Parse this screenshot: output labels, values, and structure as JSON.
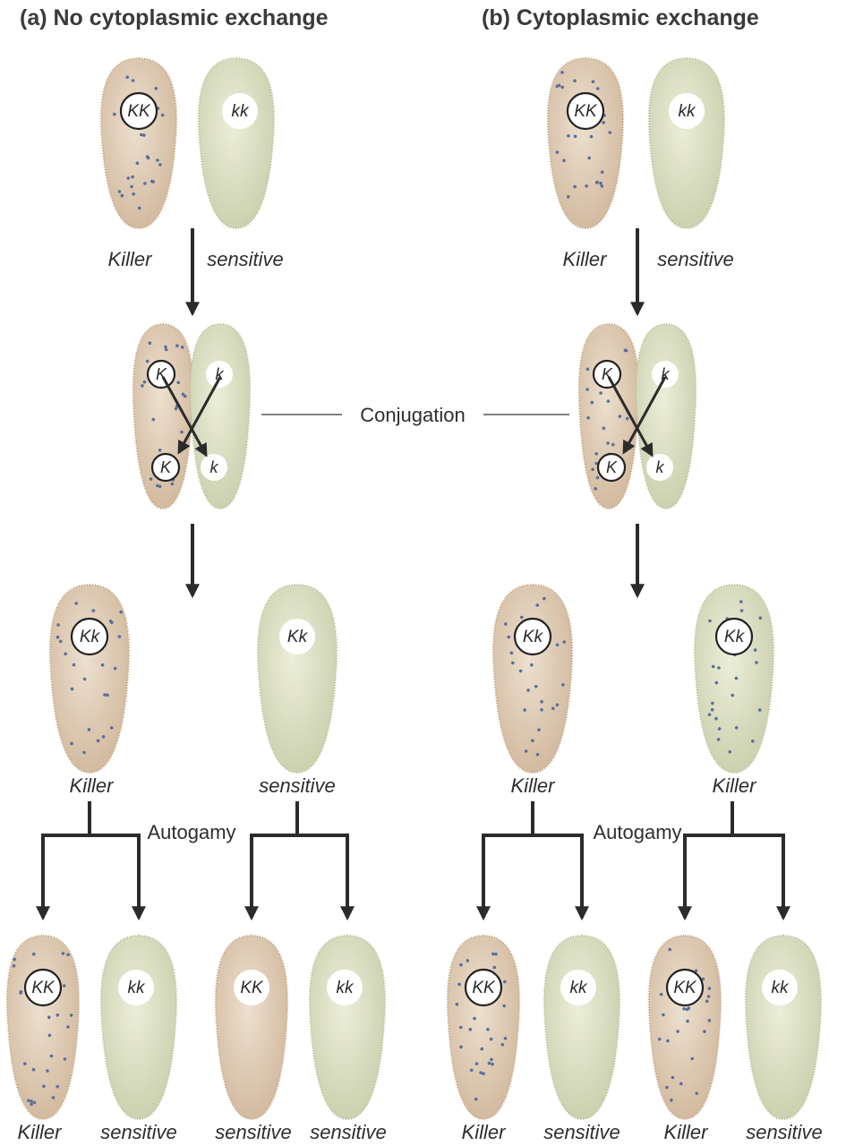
{
  "panels": [
    {
      "title": "(a) No cytoplasmic exchange"
    },
    {
      "title": "(b) Cytoplasmic exchange"
    }
  ],
  "process": {
    "conjugation": "Conjugation",
    "autogamy": "Autogamy"
  },
  "cells": {
    "a_p1": {
      "genotype": "KK",
      "phenotype": "Killer"
    },
    "a_p2": {
      "genotype": "kk",
      "phenotype": "sensitive"
    },
    "a_c1": {
      "genotype": "K"
    },
    "a_c2": {
      "genotype": "k"
    },
    "a_c3": {
      "genotype": "K"
    },
    "a_c4": {
      "genotype": "k"
    },
    "a_f1": {
      "genotype": "Kk",
      "phenotype": "Killer"
    },
    "a_f2": {
      "genotype": "Kk",
      "phenotype": "sensitive"
    },
    "a_g1": {
      "genotype": "KK",
      "phenotype": "Killer"
    },
    "a_g2": {
      "genotype": "kk",
      "phenotype": "sensitive"
    },
    "a_g3": {
      "genotype": "KK",
      "phenotype": "sensitive"
    },
    "a_g4": {
      "genotype": "kk",
      "phenotype": "sensitive"
    },
    "b_p1": {
      "genotype": "KK",
      "phenotype": "Killer"
    },
    "b_p2": {
      "genotype": "kk",
      "phenotype": "sensitive"
    },
    "b_c1": {
      "genotype": "K"
    },
    "b_c2": {
      "genotype": "k"
    },
    "b_c3": {
      "genotype": "K"
    },
    "b_c4": {
      "genotype": "k"
    },
    "b_f1": {
      "genotype": "Kk",
      "phenotype": "Killer"
    },
    "b_f2": {
      "genotype": "Kk",
      "phenotype": "Killer"
    },
    "b_g1": {
      "genotype": "KK",
      "phenotype": "Killer"
    },
    "b_g2": {
      "genotype": "kk",
      "phenotype": "sensitive"
    },
    "b_g3": {
      "genotype": "KK",
      "phenotype": "Killer"
    },
    "b_g4": {
      "genotype": "kk",
      "phenotype": "sensitive"
    }
  },
  "colors": {
    "killer_cell": "#e2cdb4",
    "sensitive_cell": "#dcdfc6",
    "kappa_dot": "#5b6f9c",
    "arrow": "#2b2b2b"
  }
}
